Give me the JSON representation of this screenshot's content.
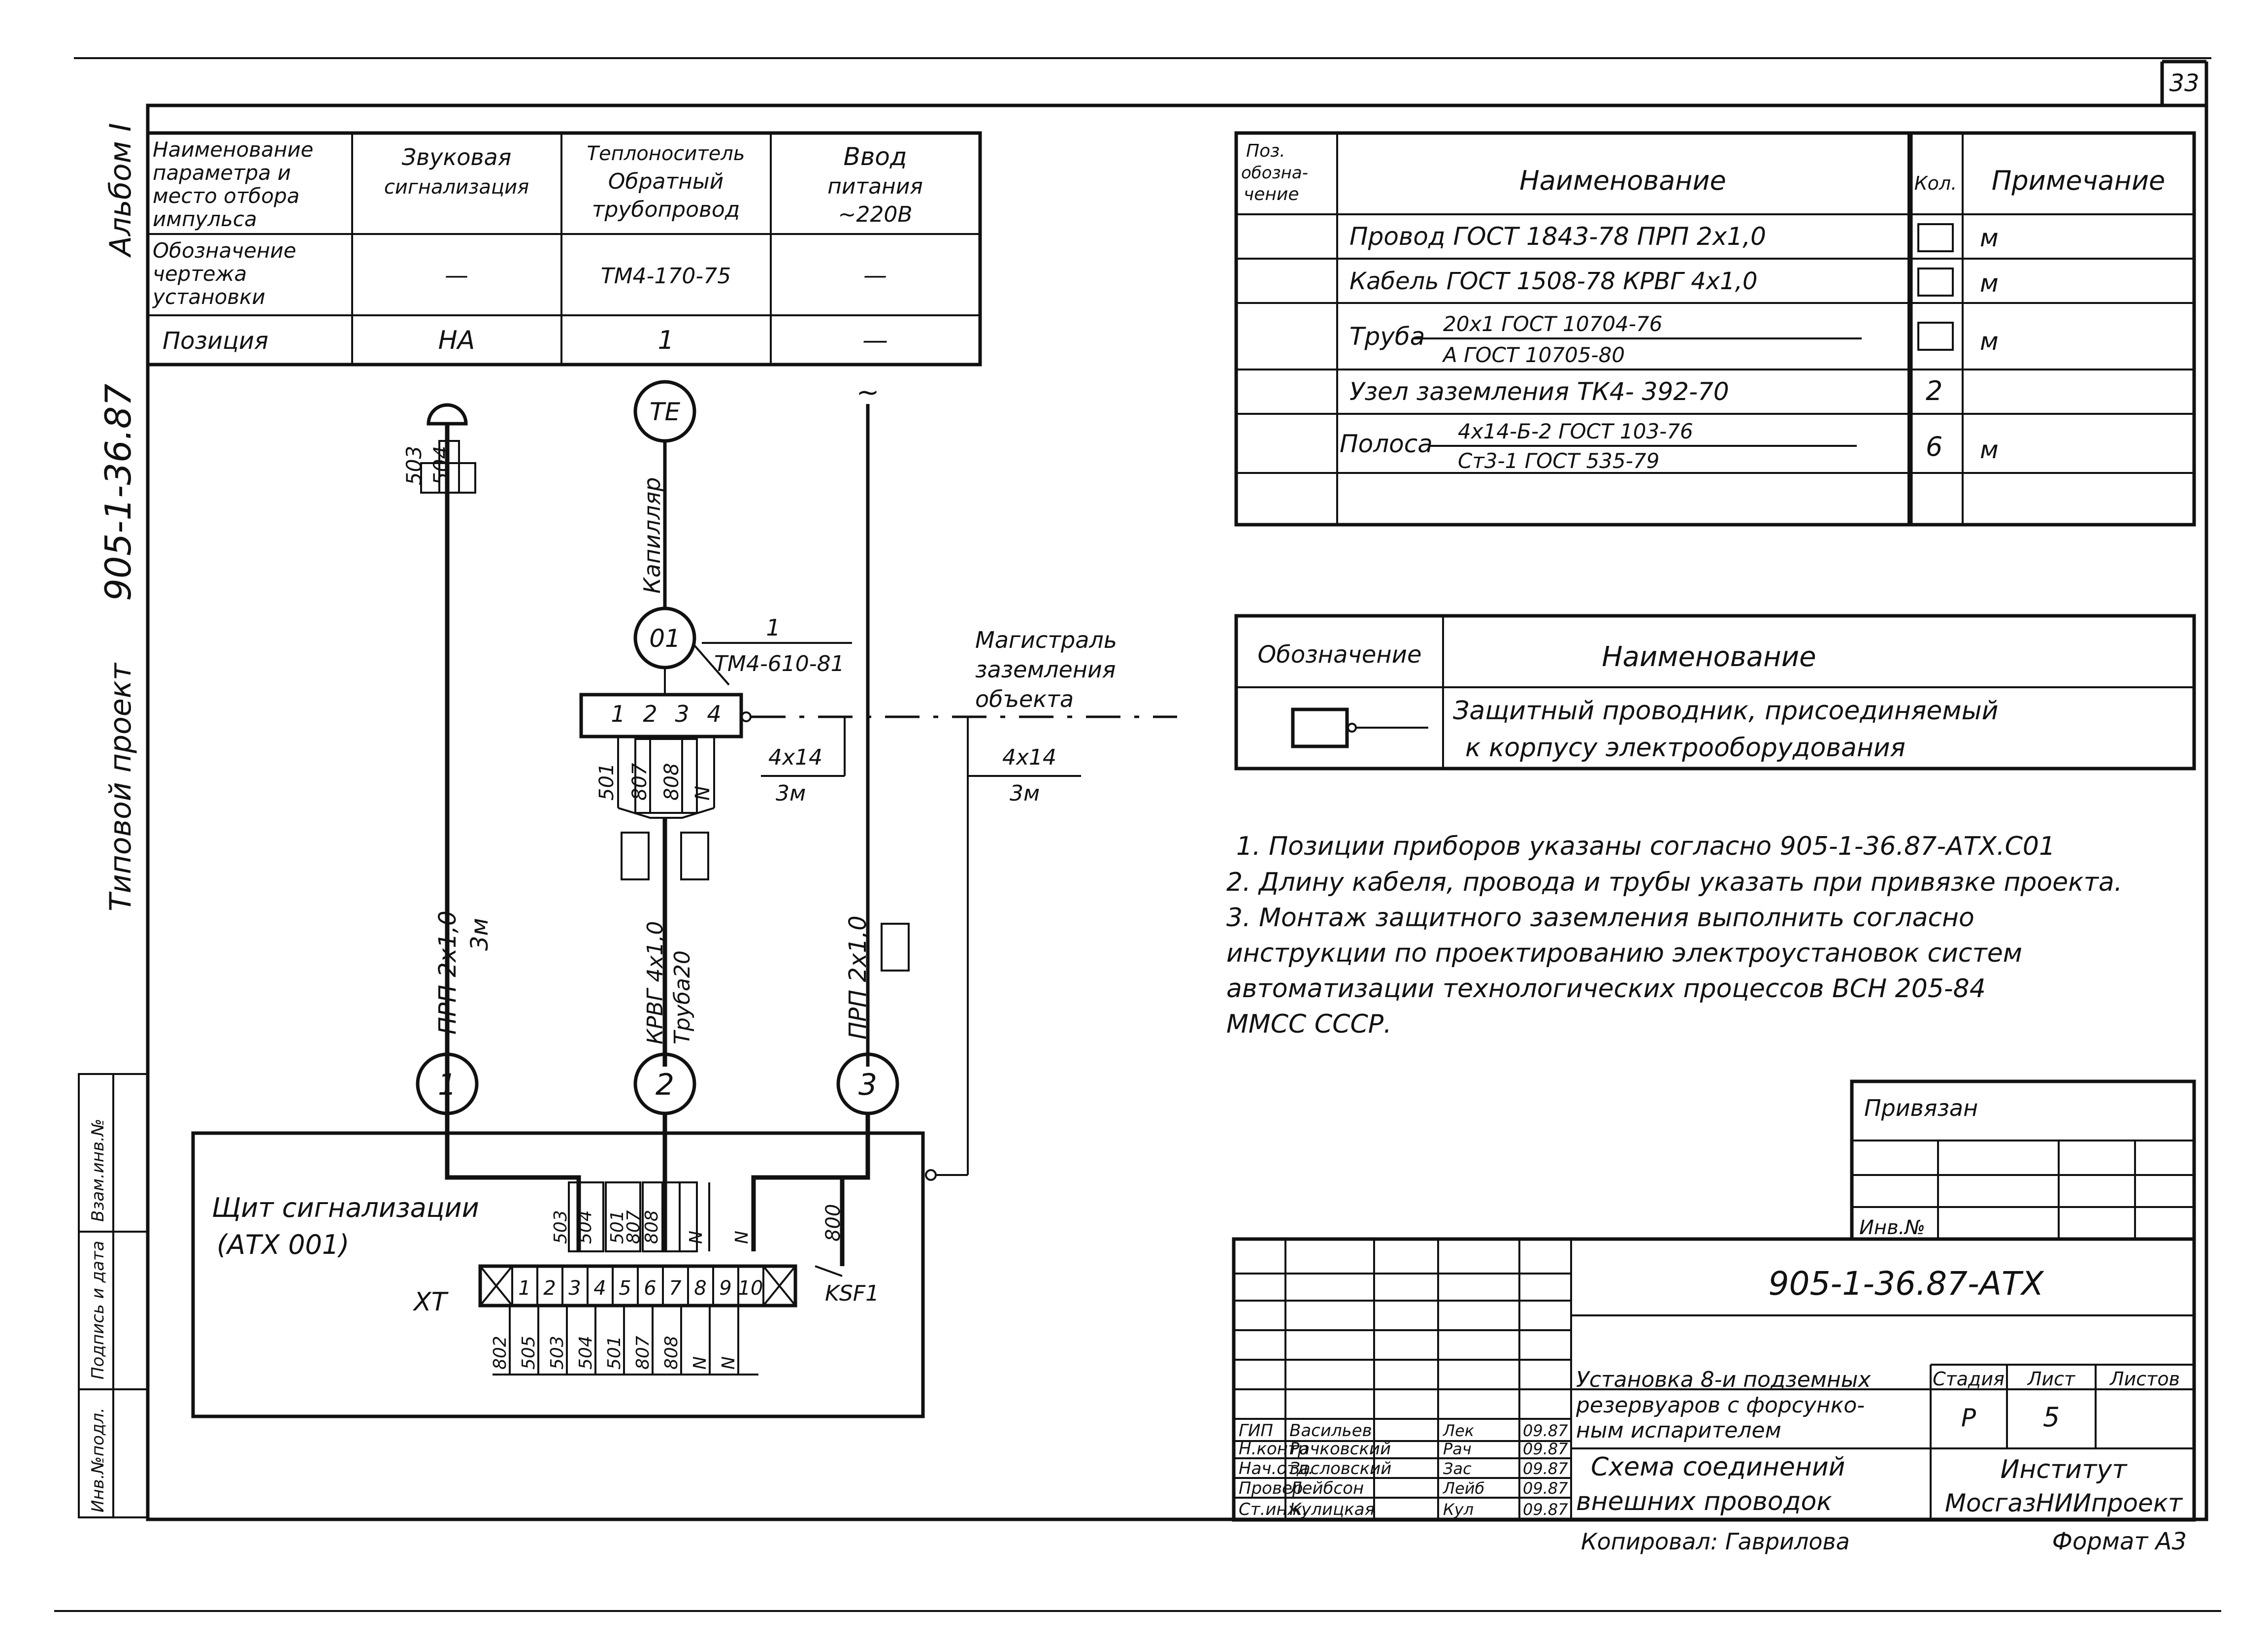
{
  "sheet_number": "33",
  "side_stamp": {
    "album": "Альбом I",
    "project_prefix": "Типовой проект",
    "project_number": "905-1-36.87",
    "cells": [
      "Взам.инв.№",
      "Подпись и дата",
      "Инв.№подл."
    ]
  },
  "param_table": {
    "row_labels": [
      [
        "Наименование",
        "параметра и",
        "место отбора",
        "импульса"
      ],
      [
        "Обозначение",
        "чертежа",
        "установки"
      ],
      [
        "Позиция"
      ]
    ],
    "columns": [
      {
        "name": [
          "Звуковая",
          "сигнализация"
        ],
        "drawing": "—",
        "position": "НА"
      },
      {
        "name": [
          "Теплоноситель",
          "Обратный",
          "трубопровод"
        ],
        "drawing": "ТМ4-170-75",
        "position": "1"
      },
      {
        "name": [
          "Ввод",
          "питания",
          "~220В"
        ],
        "drawing": "—",
        "position": "—"
      }
    ]
  },
  "spec_table": {
    "headers": {
      "pos": [
        "Поз.",
        "обозна-",
        "чение"
      ],
      "name": "Наименование",
      "qty": "Кол.",
      "note": "Примечание"
    },
    "rows": [
      {
        "name": "Провод ГОСТ 1843-78  ПРП 2х1,0",
        "qty_box": true,
        "qty": "",
        "note": "м"
      },
      {
        "name": "Кабель ГОСТ 1508-78 КРВГ 4х1,0",
        "qty_box": true,
        "qty": "",
        "note": "м"
      },
      {
        "name": "Труба",
        "num": "20х1  ГОСТ 10704-76",
        "den": "А   ГОСТ 10705-80",
        "qty_box": true,
        "qty": "",
        "note": "м"
      },
      {
        "name": "Узел заземления ТК4- 392-70",
        "qty_box": false,
        "qty": "2",
        "note": ""
      },
      {
        "name": "Полоса",
        "num": "4х14-Б-2 ГОСТ 103-76",
        "den": "Ст3-1   ГОСТ 535-79",
        "qty_box": false,
        "qty": "6",
        "note": "м"
      }
    ]
  },
  "legend": {
    "col1": "Обозначение",
    "col2": "Наименование",
    "desc": [
      "Защитный проводник, присоединяемый",
      "к корпусу электрооборудования"
    ]
  },
  "notes": [
    "1. Позиции приборов указаны согласно 905-1-36.87-АТХ.С01",
    "2. Длину кабеля, провода и трубы указать при привязке проекта.",
    "3. Монтаж защитного заземления выполнить согласно",
    "инструкции по проектированию электроустановок систем",
    "автоматизации технологических процессов ВСН 205-84",
    "ММСС СССР."
  ],
  "diagram": {
    "instruments": {
      "te": "ТЕ",
      "o1": "01",
      "o1_pos": "1",
      "o1_doc": "ТМ4-610-81"
    },
    "capillary": "Капилляр",
    "siren_wires": [
      "503",
      "504"
    ],
    "box_terminals": [
      "1",
      "2",
      "3",
      "4"
    ],
    "box_wires": [
      "501",
      "807",
      "808",
      "N"
    ],
    "ground_main": [
      "Магистраль",
      "заземления",
      "объекта"
    ],
    "strip_labels": [
      {
        "num": "4х14",
        "den": "3м"
      },
      {
        "num": "4х14",
        "den": "3м"
      }
    ],
    "cable1": [
      "ПРП 2х1,0",
      "3м"
    ],
    "cable2": [
      "КРВГ 4х1,0",
      "Труба20"
    ],
    "cable3": [
      "ПРП 2х1,0"
    ],
    "cables": [
      "1",
      "2",
      "3"
    ],
    "panel": [
      "Щит сигнализации",
      "(АТХ 001)"
    ],
    "top_wires": [
      "503",
      "504",
      "501",
      "807",
      "808",
      "N",
      "N",
      "800"
    ],
    "ksf": "KSF1",
    "xt": "XT",
    "terminals": [
      "1",
      "2",
      "3",
      "4",
      "5",
      "6",
      "7",
      "8",
      "9",
      "10"
    ],
    "bottom_wires": [
      "802",
      "505",
      "503",
      "504",
      "501",
      "807",
      "808",
      "N",
      "N"
    ]
  },
  "privyazan": {
    "title": "Привязан",
    "inv": "Инв.№"
  },
  "title_block": {
    "code": "905-1-36.87-АТХ",
    "title": [
      "Установка 8-и подземных",
      "резервуаров с форсунко-",
      "ным испарителем"
    ],
    "drawing_name": [
      "Схема соединений",
      "внешних проводок"
    ],
    "stage_label": "Стадия",
    "sheet_label": "Лист",
    "sheets_label": "Листов",
    "stage": "Р",
    "sheet": "5",
    "sheets": "",
    "org": [
      "Институт",
      "МосгазНИИпроект"
    ],
    "people": [
      {
        "role": "ГИП",
        "name": "Васильев",
        "sign": "Лек",
        "date": "09.87"
      },
      {
        "role": "Н.контр",
        "name": "Рачковский",
        "sign": "Рач",
        "date": "09.87"
      },
      {
        "role": "Нач.отд.",
        "name": "Засловский",
        "sign": "Зас",
        "date": "09.87"
      },
      {
        "role": "Провер.",
        "name": "Лейбсон",
        "sign": "Лейб",
        "date": "09.87"
      },
      {
        "role": "Ст.инж.",
        "name": "Кулицкая",
        "sign": "Кул",
        "date": "09.87"
      }
    ],
    "copied": "Копировал: Гаврилова",
    "format": "Формат А3"
  }
}
